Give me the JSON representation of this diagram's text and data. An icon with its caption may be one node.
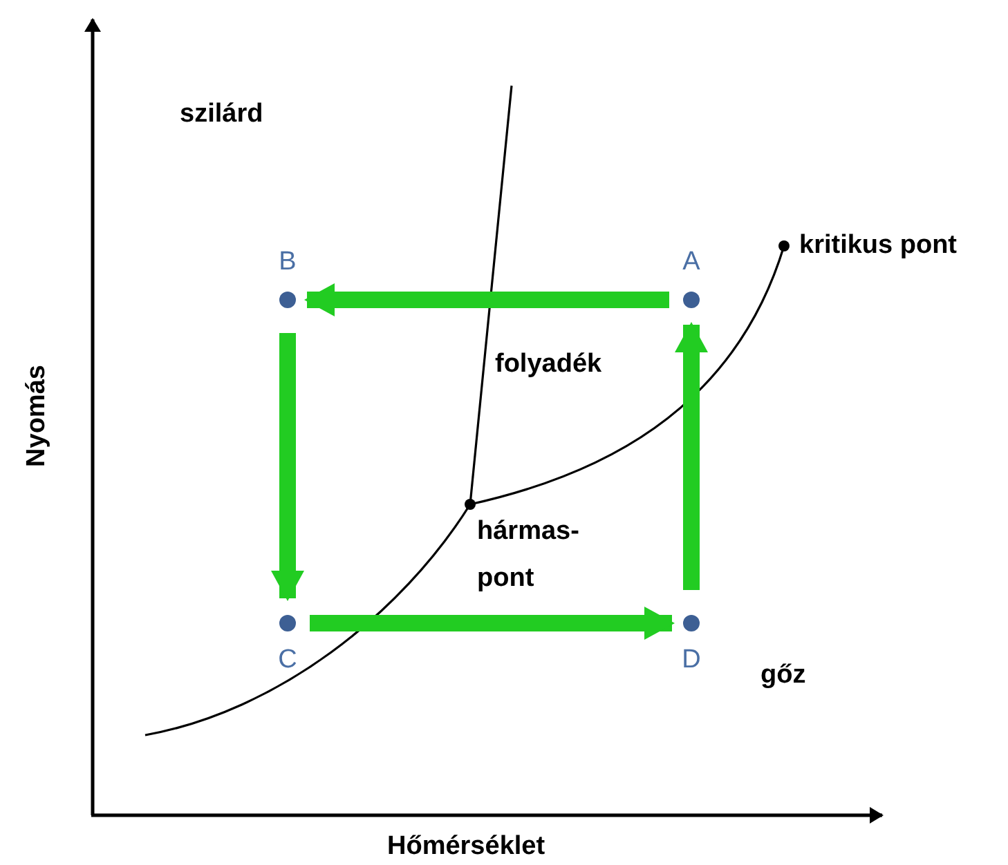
{
  "diagram": {
    "nodes": [
      {
        "text": [
          "A"
        ]
      },
      {
        "text": [
          "B"
        ]
      },
      {
        "text": [
          "C"
        ]
      },
      {
        "text": [
          "D"
        ]
      }
    ],
    "edges": [
      {
        "from": 0,
        "to": 1,
        "arrow": "to"
      },
      {
        "from": 1,
        "to": 2,
        "arrow": "to"
      },
      {
        "from": 2,
        "to": 3,
        "arrow": "to"
      },
      {
        "from": 3,
        "to": 0,
        "arrow": "to"
      }
    ],
    "labels": [
      "szilárd",
      "kritikus pont",
      "folyadék",
      "hármas- pont",
      "gőz",
      "Nyomás",
      "Hőmérséklet"
    ]
  }
}
